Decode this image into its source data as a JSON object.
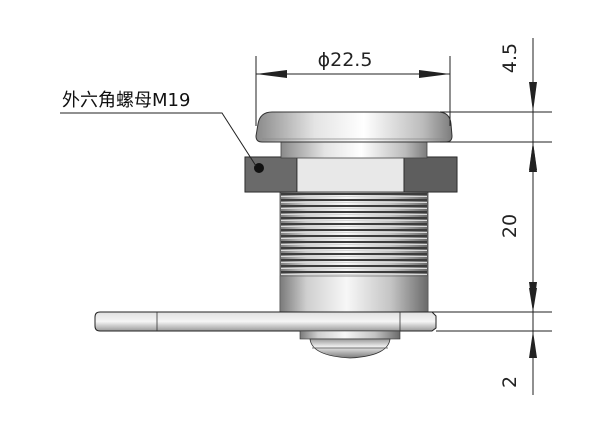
{
  "callout": {
    "label": "外六角螺母M19"
  },
  "dimensions": {
    "diameter": "ϕ22.5",
    "flange_height": "4.5",
    "body_length": "20",
    "plate_thickness": "2"
  },
  "colors": {
    "line": "#222222",
    "metal_light": "#f2f2f2",
    "metal_mid": "#bdbdbd",
    "metal_dark": "#6e6e6e",
    "nut_face": "#e6e6e6"
  }
}
